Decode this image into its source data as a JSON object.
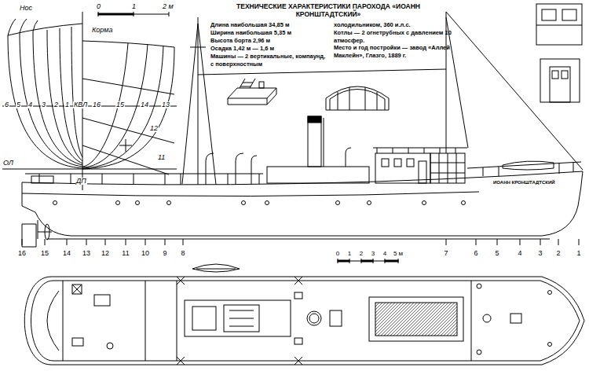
{
  "diagram": {
    "title": "ТЕХНИЧЕСКИЕ ХАРАКТЕРИСТИКИ ПАРОХОДА «ИОАНН КРОНШТАДТСКИЙ»",
    "labels": [
      "Нос",
      "Корма",
      "0",
      "1",
      "2 м",
      "6",
      "5",
      "4",
      "3",
      "2",
      "1",
      "КВЛ",
      "16",
      "15",
      "14",
      "13",
      "12",
      "11",
      "ОЛ",
      "ДП",
      "Длина наибольшая 34,85 м",
      "Ширина наибольшая 5,35 м",
      "Высота борта 2,96 м",
      "Осадка 1,42 м — 1,6 м",
      "Машины — 2 вертикальные, компаунд, с поверхностным",
      "холодильником, 360 и.л.с.",
      "Котлы — 2 огнетрубных с давлением 10 атмосфер.",
      "Место и год постройки — завод «Аллей Маклейн», Глазго, 1889 г.",
      "ИОАНН КРОНШТАДТСКИЙ",
      "16",
      "15",
      "14",
      "13",
      "12",
      "11",
      "10",
      "9",
      "8",
      "7",
      "6",
      "5",
      "4",
      "3",
      "2",
      "1",
      "0",
      "1",
      "2",
      "3",
      "4",
      "5 м"
    ]
  }
}
